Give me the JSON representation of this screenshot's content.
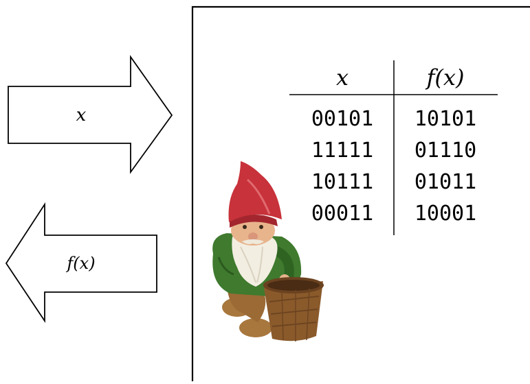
{
  "input_arrow": {
    "label": "x"
  },
  "output_arrow": {
    "label": "f(x)"
  },
  "lookup_table": {
    "headers": [
      "x",
      "f(x)"
    ],
    "rows": [
      [
        "00101",
        "10101"
      ],
      [
        "11111",
        "01110"
      ],
      [
        "10111",
        "01011"
      ],
      [
        "00011",
        "10001"
      ]
    ]
  },
  "colors": {
    "stroke": "#000000",
    "hat": "#c8323a",
    "coat": "#3f7a2e",
    "skin": "#e8b48c",
    "beard": "#f2eee2",
    "basket": "#8a5a2b",
    "boots": "#a8773d"
  },
  "icons": {
    "character": "garden-gnome-icon"
  }
}
